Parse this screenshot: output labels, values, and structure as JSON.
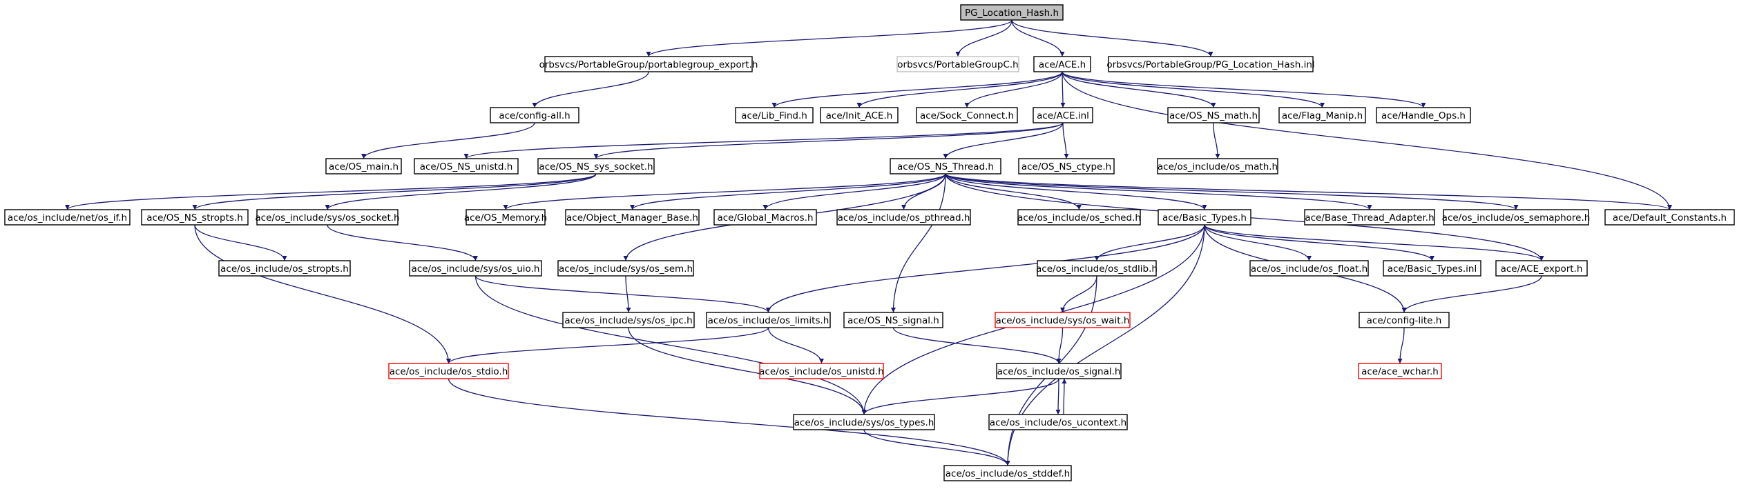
{
  "title": "PG_Location_Hash.h",
  "colors": {
    "edge": "#191970",
    "node_border": "#000000",
    "root_fill": "#bfbfbf",
    "truncated_border": "#ff0000",
    "undocumented_border": "#bfbfbf",
    "text": "#000000"
  },
  "nodes": [
    {
      "id": "pg_location_hash_h",
      "label": "PG_Location_Hash.h",
      "style": "root"
    },
    {
      "id": "portablegroup_export_h",
      "label": "orbsvcs/PortableGroup/portablegroup_export.h",
      "style": "normal"
    },
    {
      "id": "portablegroupc_h",
      "label": "orbsvcs/PortableGroupC.h",
      "style": "undocumented"
    },
    {
      "id": "ace_h",
      "label": "ace/ACE.h",
      "style": "normal"
    },
    {
      "id": "pg_location_hash_inl",
      "label": "orbsvcs/PortableGroup/PG_Location_Hash.inl",
      "style": "normal"
    },
    {
      "id": "config_all_h",
      "label": "ace/config-all.h",
      "style": "normal"
    },
    {
      "id": "lib_find_h",
      "label": "ace/Lib_Find.h",
      "style": "normal"
    },
    {
      "id": "init_ace_h",
      "label": "ace/Init_ACE.h",
      "style": "normal"
    },
    {
      "id": "sock_connect_h",
      "label": "ace/Sock_Connect.h",
      "style": "normal"
    },
    {
      "id": "ace_inl",
      "label": "ace/ACE.inl",
      "style": "normal"
    },
    {
      "id": "os_ns_math_h",
      "label": "ace/OS_NS_math.h",
      "style": "normal"
    },
    {
      "id": "flag_manip_h",
      "label": "ace/Flag_Manip.h",
      "style": "normal"
    },
    {
      "id": "handle_ops_h",
      "label": "ace/Handle_Ops.h",
      "style": "normal"
    },
    {
      "id": "os_main_h",
      "label": "ace/OS_main.h",
      "style": "normal"
    },
    {
      "id": "os_ns_unistd_h",
      "label": "ace/OS_NS_unistd.h",
      "style": "normal"
    },
    {
      "id": "os_ns_sys_socket_h",
      "label": "ace/OS_NS_sys_socket.h",
      "style": "normal"
    },
    {
      "id": "os_ns_thread_h",
      "label": "ace/OS_NS_Thread.h",
      "style": "normal"
    },
    {
      "id": "os_ns_ctype_h",
      "label": "ace/OS_NS_ctype.h",
      "style": "normal"
    },
    {
      "id": "os_math_h",
      "label": "ace/os_include/os_math.h",
      "style": "normal"
    },
    {
      "id": "net_os_if_h",
      "label": "ace/os_include/net/os_if.h",
      "style": "normal"
    },
    {
      "id": "os_ns_stropts_h",
      "label": "ace/OS_NS_stropts.h",
      "style": "normal"
    },
    {
      "id": "sys_os_socket_h",
      "label": "ace/os_include/sys/os_socket.h",
      "style": "normal"
    },
    {
      "id": "os_memory_h",
      "label": "ace/OS_Memory.h",
      "style": "normal"
    },
    {
      "id": "object_manager_base_h",
      "label": "ace/Object_Manager_Base.h",
      "style": "normal"
    },
    {
      "id": "global_macros_h",
      "label": "ace/Global_Macros.h",
      "style": "normal"
    },
    {
      "id": "os_pthread_h",
      "label": "ace/os_include/os_pthread.h",
      "style": "normal"
    },
    {
      "id": "os_sched_h",
      "label": "ace/os_include/os_sched.h",
      "style": "normal"
    },
    {
      "id": "basic_types_h",
      "label": "ace/Basic_Types.h",
      "style": "normal"
    },
    {
      "id": "base_thread_adapter_h",
      "label": "ace/Base_Thread_Adapter.h",
      "style": "normal"
    },
    {
      "id": "os_semaphore_h",
      "label": "ace/os_include/os_semaphore.h",
      "style": "normal"
    },
    {
      "id": "default_constants_h",
      "label": "ace/Default_Constants.h",
      "style": "normal"
    },
    {
      "id": "os_stropts_h",
      "label": "ace/os_include/os_stropts.h",
      "style": "normal"
    },
    {
      "id": "sys_os_uio_h",
      "label": "ace/os_include/sys/os_uio.h",
      "style": "normal"
    },
    {
      "id": "sys_os_sem_h",
      "label": "ace/os_include/sys/os_sem.h",
      "style": "normal"
    },
    {
      "id": "os_stdlib_h",
      "label": "ace/os_include/os_stdlib.h",
      "style": "normal"
    },
    {
      "id": "os_float_h",
      "label": "ace/os_include/os_float.h",
      "style": "normal"
    },
    {
      "id": "basic_types_inl",
      "label": "ace/Basic_Types.inl",
      "style": "normal"
    },
    {
      "id": "ace_export_h",
      "label": "ace/ACE_export.h",
      "style": "normal"
    },
    {
      "id": "sys_os_ipc_h",
      "label": "ace/os_include/sys/os_ipc.h",
      "style": "normal"
    },
    {
      "id": "os_limits_h",
      "label": "ace/os_include/os_limits.h",
      "style": "normal"
    },
    {
      "id": "os_ns_signal_h",
      "label": "ace/OS_NS_signal.h",
      "style": "normal"
    },
    {
      "id": "sys_os_wait_h",
      "label": "ace/os_include/sys/os_wait.h",
      "style": "truncated"
    },
    {
      "id": "config_lite_h",
      "label": "ace/config-lite.h",
      "style": "normal"
    },
    {
      "id": "os_stdio_h",
      "label": "ace/os_include/os_stdio.h",
      "style": "truncated"
    },
    {
      "id": "os_unistd_h",
      "label": "ace/os_include/os_unistd.h",
      "style": "truncated"
    },
    {
      "id": "os_signal_h",
      "label": "ace/os_include/os_signal.h",
      "style": "normal"
    },
    {
      "id": "ace_wchar_h",
      "label": "ace/ace_wchar.h",
      "style": "truncated"
    },
    {
      "id": "os_ucontext_h",
      "label": "ace/os_include/os_ucontext.h",
      "style": "normal"
    },
    {
      "id": "sys_os_types_h",
      "label": "ace/os_include/sys/os_types.h",
      "style": "normal"
    },
    {
      "id": "os_stddef_h",
      "label": "ace/os_include/os_stddef.h",
      "style": "normal"
    }
  ],
  "edges": [
    [
      "pg_location_hash_h",
      "portablegroup_export_h"
    ],
    [
      "pg_location_hash_h",
      "portablegroupc_h"
    ],
    [
      "pg_location_hash_h",
      "ace_h"
    ],
    [
      "pg_location_hash_h",
      "pg_location_hash_inl"
    ],
    [
      "portablegroup_export_h",
      "config_all_h"
    ],
    [
      "config_all_h",
      "os_main_h"
    ],
    [
      "ace_h",
      "lib_find_h"
    ],
    [
      "ace_h",
      "init_ace_h"
    ],
    [
      "ace_h",
      "sock_connect_h"
    ],
    [
      "ace_h",
      "ace_inl"
    ],
    [
      "ace_h",
      "os_ns_math_h"
    ],
    [
      "ace_h",
      "flag_manip_h"
    ],
    [
      "ace_h",
      "handle_ops_h"
    ],
    [
      "ace_h",
      "default_constants_h"
    ],
    [
      "ace_inl",
      "os_ns_unistd_h"
    ],
    [
      "ace_inl",
      "os_ns_sys_socket_h"
    ],
    [
      "ace_inl",
      "os_ns_thread_h"
    ],
    [
      "ace_inl",
      "os_ns_ctype_h"
    ],
    [
      "os_ns_math_h",
      "os_math_h"
    ],
    [
      "os_ns_sys_socket_h",
      "net_os_if_h"
    ],
    [
      "os_ns_sys_socket_h",
      "os_ns_stropts_h"
    ],
    [
      "os_ns_sys_socket_h",
      "sys_os_socket_h"
    ],
    [
      "os_ns_thread_h",
      "sys_os_sem_h"
    ],
    [
      "os_ns_thread_h",
      "os_memory_h"
    ],
    [
      "os_ns_thread_h",
      "object_manager_base_h"
    ],
    [
      "os_ns_thread_h",
      "global_macros_h"
    ],
    [
      "os_ns_thread_h",
      "os_pthread_h"
    ],
    [
      "os_ns_thread_h",
      "os_sched_h"
    ],
    [
      "os_ns_thread_h",
      "basic_types_h"
    ],
    [
      "os_ns_thread_h",
      "base_thread_adapter_h"
    ],
    [
      "os_ns_thread_h",
      "os_semaphore_h"
    ],
    [
      "os_ns_thread_h",
      "default_constants_h"
    ],
    [
      "os_ns_thread_h",
      "os_ns_signal_h"
    ],
    [
      "os_ns_thread_h",
      "ace_export_h"
    ],
    [
      "os_ns_stropts_h",
      "os_stropts_h"
    ],
    [
      "os_ns_stropts_h",
      "os_stdio_h"
    ],
    [
      "sys_os_socket_h",
      "sys_os_uio_h"
    ],
    [
      "basic_types_h",
      "os_limits_h"
    ],
    [
      "basic_types_h",
      "sys_os_types_h"
    ],
    [
      "basic_types_h",
      "os_stdlib_h"
    ],
    [
      "basic_types_h",
      "os_float_h"
    ],
    [
      "basic_types_h",
      "basic_types_inl"
    ],
    [
      "basic_types_h",
      "ace_export_h"
    ],
    [
      "basic_types_h",
      "config_lite_h"
    ],
    [
      "basic_types_h",
      "os_stddef_h"
    ],
    [
      "sys_os_uio_h",
      "os_limits_h"
    ],
    [
      "sys_os_uio_h",
      "sys_os_types_h"
    ],
    [
      "sys_os_sem_h",
      "sys_os_ipc_h"
    ],
    [
      "os_stdlib_h",
      "sys_os_wait_h"
    ],
    [
      "os_stdlib_h",
      "os_stddef_h"
    ],
    [
      "ace_export_h",
      "config_lite_h"
    ],
    [
      "sys_os_ipc_h",
      "sys_os_types_h"
    ],
    [
      "os_limits_h",
      "os_stdio_h"
    ],
    [
      "os_limits_h",
      "os_unistd_h"
    ],
    [
      "os_ns_signal_h",
      "os_signal_h"
    ],
    [
      "sys_os_wait_h",
      "os_signal_h"
    ],
    [
      "config_lite_h",
      "ace_wchar_h"
    ],
    [
      "os_stdio_h",
      "os_stddef_h"
    ],
    [
      "os_signal_h",
      "sys_os_types_h"
    ],
    [
      "os_signal_h",
      "os_ucontext_h"
    ],
    [
      "os_ucontext_h",
      "os_signal_h"
    ],
    [
      "sys_os_types_h",
      "os_stddef_h"
    ]
  ]
}
